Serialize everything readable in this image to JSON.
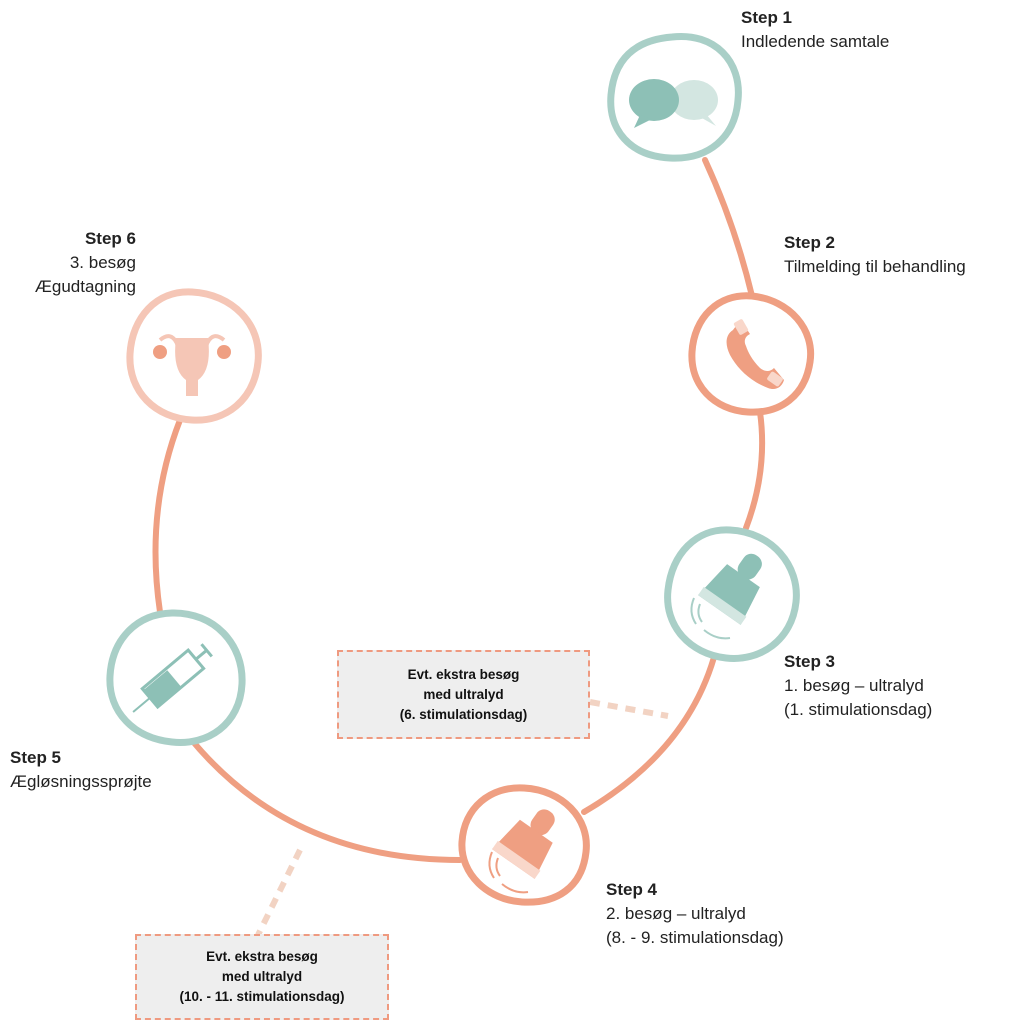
{
  "colors": {
    "teal": "#a9cfc7",
    "teal_dark": "#8dc0b6",
    "salmon": "#ef9f82",
    "salmon_light": "#f5c6b6",
    "note_bg": "#eeeeee",
    "note_border": "#ef9a80"
  },
  "steps": [
    {
      "title": "Step 1",
      "lines": [
        "Indledende samtale"
      ],
      "icon": "speech-bubbles-icon"
    },
    {
      "title": "Step 2",
      "lines": [
        "Tilmelding til behandling"
      ],
      "icon": "phone-icon"
    },
    {
      "title": "Step 3",
      "lines": [
        "1. besøg – ultralyd",
        "(1. stimulationsdag)"
      ],
      "icon": "ultrasound-probe-icon"
    },
    {
      "title": "Step 4",
      "lines": [
        "2. besøg – ultralyd",
        "(8. - 9.  stimulationsdag)"
      ],
      "icon": "ultrasound-probe-icon"
    },
    {
      "title": "Step 5",
      "lines": [
        "Ægløsningssprøjte"
      ],
      "icon": "syringe-icon"
    },
    {
      "title": "Step 6",
      "lines": [
        "3. besøg",
        "Ægudtagning"
      ],
      "icon": "uterus-icon"
    }
  ],
  "notes": [
    {
      "lines": [
        "Evt. ekstra besøg",
        "med ultralyd",
        "(6. stimulationsdag)"
      ]
    },
    {
      "lines": [
        "Evt. ekstra besøg",
        "med ultralyd",
        "(10. - 11. stimulationsdag)"
      ]
    }
  ]
}
